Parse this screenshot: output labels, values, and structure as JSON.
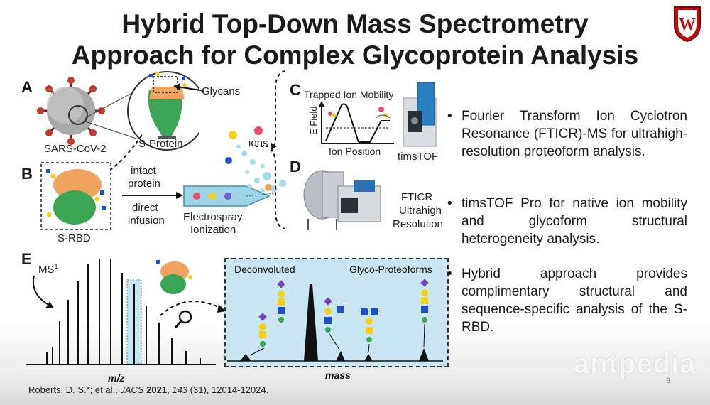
{
  "title": {
    "line1": "Hybrid Top-Down Mass Spectrometry",
    "line2": "Approach for Complex Glycoprotein Analysis"
  },
  "logo": {
    "icon": "uw-crest-icon",
    "text": "W"
  },
  "panels": {
    "a": {
      "letter": "A",
      "virus": "SARS-CoV-2",
      "protein": "S-Protein",
      "glycans": "Glycans"
    },
    "b": {
      "letter": "B",
      "rbd": "S-RBD",
      "intact": "intact",
      "protein": "protein",
      "direct": "direct",
      "infusion": "infusion",
      "esi1": "Electrospray",
      "esi2": "Ionization",
      "ions": "ions"
    },
    "c": {
      "letter": "C",
      "heading": "Trapped Ion Mobility",
      "yaxis": "E Field",
      "xaxis": "Ion Position",
      "instrument": "timsTOF"
    },
    "d": {
      "letter": "D",
      "line1": "FTICR",
      "line2": "Ultrahigh",
      "line3": "Resolution"
    },
    "e": {
      "letter": "E",
      "ms": "MS",
      "ms_sup": "1",
      "xaxis1": "m/z",
      "xaxis2": "mass",
      "deconv": "Deconvoluted",
      "glyco": "Glyco-Proteoforms"
    }
  },
  "bullets": [
    {
      "text": "Fourier Transform Ion Cyclotron Resonance (FTICR)-MS for ultrahigh-resolution proteoform analysis."
    },
    {
      "text": "timsTOF Pro for native ion mobility and glycoform structural heterogeneity analysis."
    },
    {
      "text": "Hybrid approach provides complimentary structural and sequence-specific analysis of the S-RBD."
    }
  ],
  "reference": {
    "authors": "Roberts, D. S.*; et al., ",
    "journal": "JACS",
    "year": "2021",
    "volume": "143",
    "rest": " (31), 12014-12024."
  },
  "page_number": "9",
  "watermark": "antpedia",
  "colors": {
    "accent_blue": "#c9e6f2",
    "protein_green": "#3aa655",
    "protein_orange": "#f0a35e",
    "glycan_blue": "#1f4fd1",
    "glycan_yellow": "#f5d21a",
    "glycan_purple": "#7a3fc0",
    "virus_red": "#b8362e"
  }
}
